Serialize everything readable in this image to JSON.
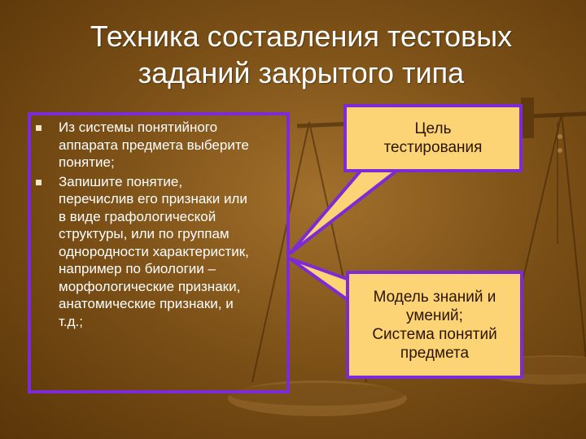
{
  "slide": {
    "title_lines": [
      "Техника составления тестовых",
      "заданий закрытого типа"
    ],
    "bullets": [
      {
        "lines": [
          "Из системы понятийного",
          "аппарата предмета выберите",
          "понятие;"
        ]
      },
      {
        "lines": [
          "Запишите понятие,",
          "перечислив его признаки или",
          "в виде графологической",
          "структуры, или по группам",
          "однородности характеристик,",
          "например по биологии –",
          "морфологические признаки,",
          "анатомические признаки, и",
          "т.д.;"
        ]
      }
    ],
    "callout_top": {
      "lines": [
        "Цель",
        "тестирования"
      ]
    },
    "callout_bottom": {
      "lines": [
        "Модель знаний и",
        "умений;",
        "Система понятий",
        "предмета"
      ]
    }
  },
  "colors": {
    "background": "#7e5218",
    "box_border": "#7c2bd6",
    "callout_fill": "#fcd475",
    "text": "#ffffff"
  },
  "icons": {
    "bullet": "square-bullet-icon",
    "background": "scales-of-justice-icon"
  }
}
